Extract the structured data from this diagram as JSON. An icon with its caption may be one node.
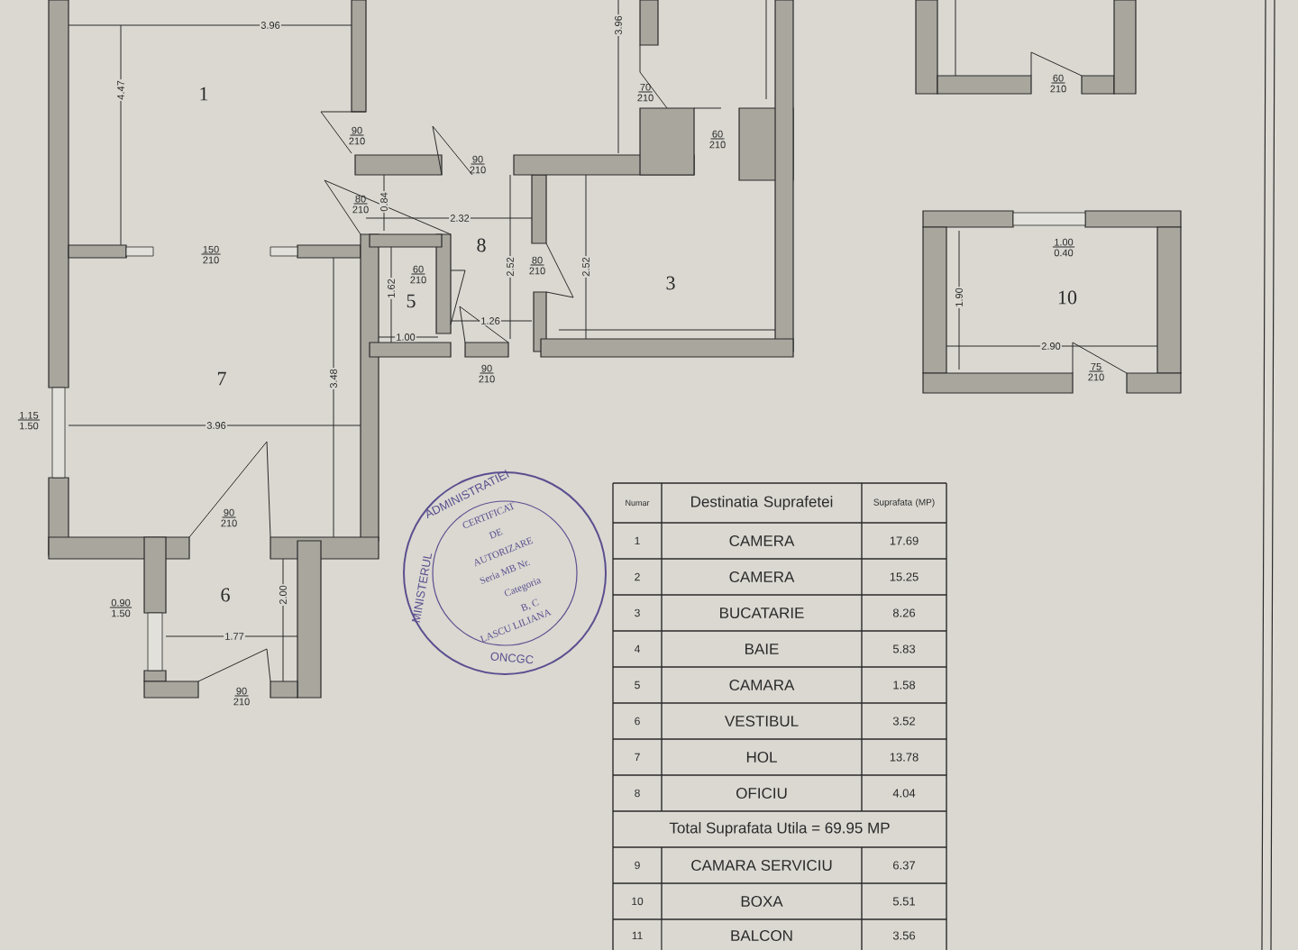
{
  "diagram": {
    "nodes": [
      {
        "text": [
          "1"
        ]
      },
      {
        "text": [
          "8"
        ]
      },
      {
        "text": [
          "3"
        ]
      },
      {
        "text": [
          "10"
        ]
      },
      {
        "text": [
          "5"
        ]
      },
      {
        "text": [
          "7"
        ]
      },
      {
        "text": [
          "6"
        ]
      }
    ],
    "labels": [
      "3.96",
      "3.96",
      "4.47",
      "70",
      "210",
      "60",
      "210",
      "90",
      "210",
      "60",
      "210",
      "90",
      "210",
      "80",
      "210",
      "0.84",
      "2.32",
      "150",
      "210",
      "80",
      "210",
      "2.52",
      "2.52",
      "60",
      "210",
      "1.62",
      "1.00",
      "0.40",
      "1.90",
      "1.26",
      "1.00",
      "2.90",
      "90",
      "210",
      "75",
      "210",
      "3.48",
      "1.15",
      "1.50",
      "3.96",
      "90",
      "210",
      "2.00",
      "0.90",
      "1.50",
      "1.77",
      "90",
      "210",
      "MINISTERUL",
      "ADMINISTRATIEI",
      "CERTIFICAT",
      "DE",
      "AUTORIZARE",
      "Seria MB Nr.",
      "Categoria",
      "B, C",
      "LASCU LILIANA",
      "ONCGC",
      "Numar",
      "Destinatia Suprafetei",
      "Suprafata (MP)",
      "1",
      "CAMERA",
      "17.69",
      "2",
      "CAMERA",
      "15.25",
      "3",
      "BUCATARIE",
      "8.26",
      "4",
      "BAIE",
      "5.83",
      "5",
      "CAMARA",
      "1.58",
      "6",
      "VESTIBUL",
      "3.52",
      "7",
      "HOL",
      "13.78",
      "8",
      "OFICIU",
      "4.04",
      "Total Suprafata Utila = 69.95 MP",
      "9",
      "CAMARA SERVICIU",
      "6.37",
      "10",
      "BOXA",
      "5.51",
      "11",
      "BALCON",
      "3.56"
    ]
  }
}
